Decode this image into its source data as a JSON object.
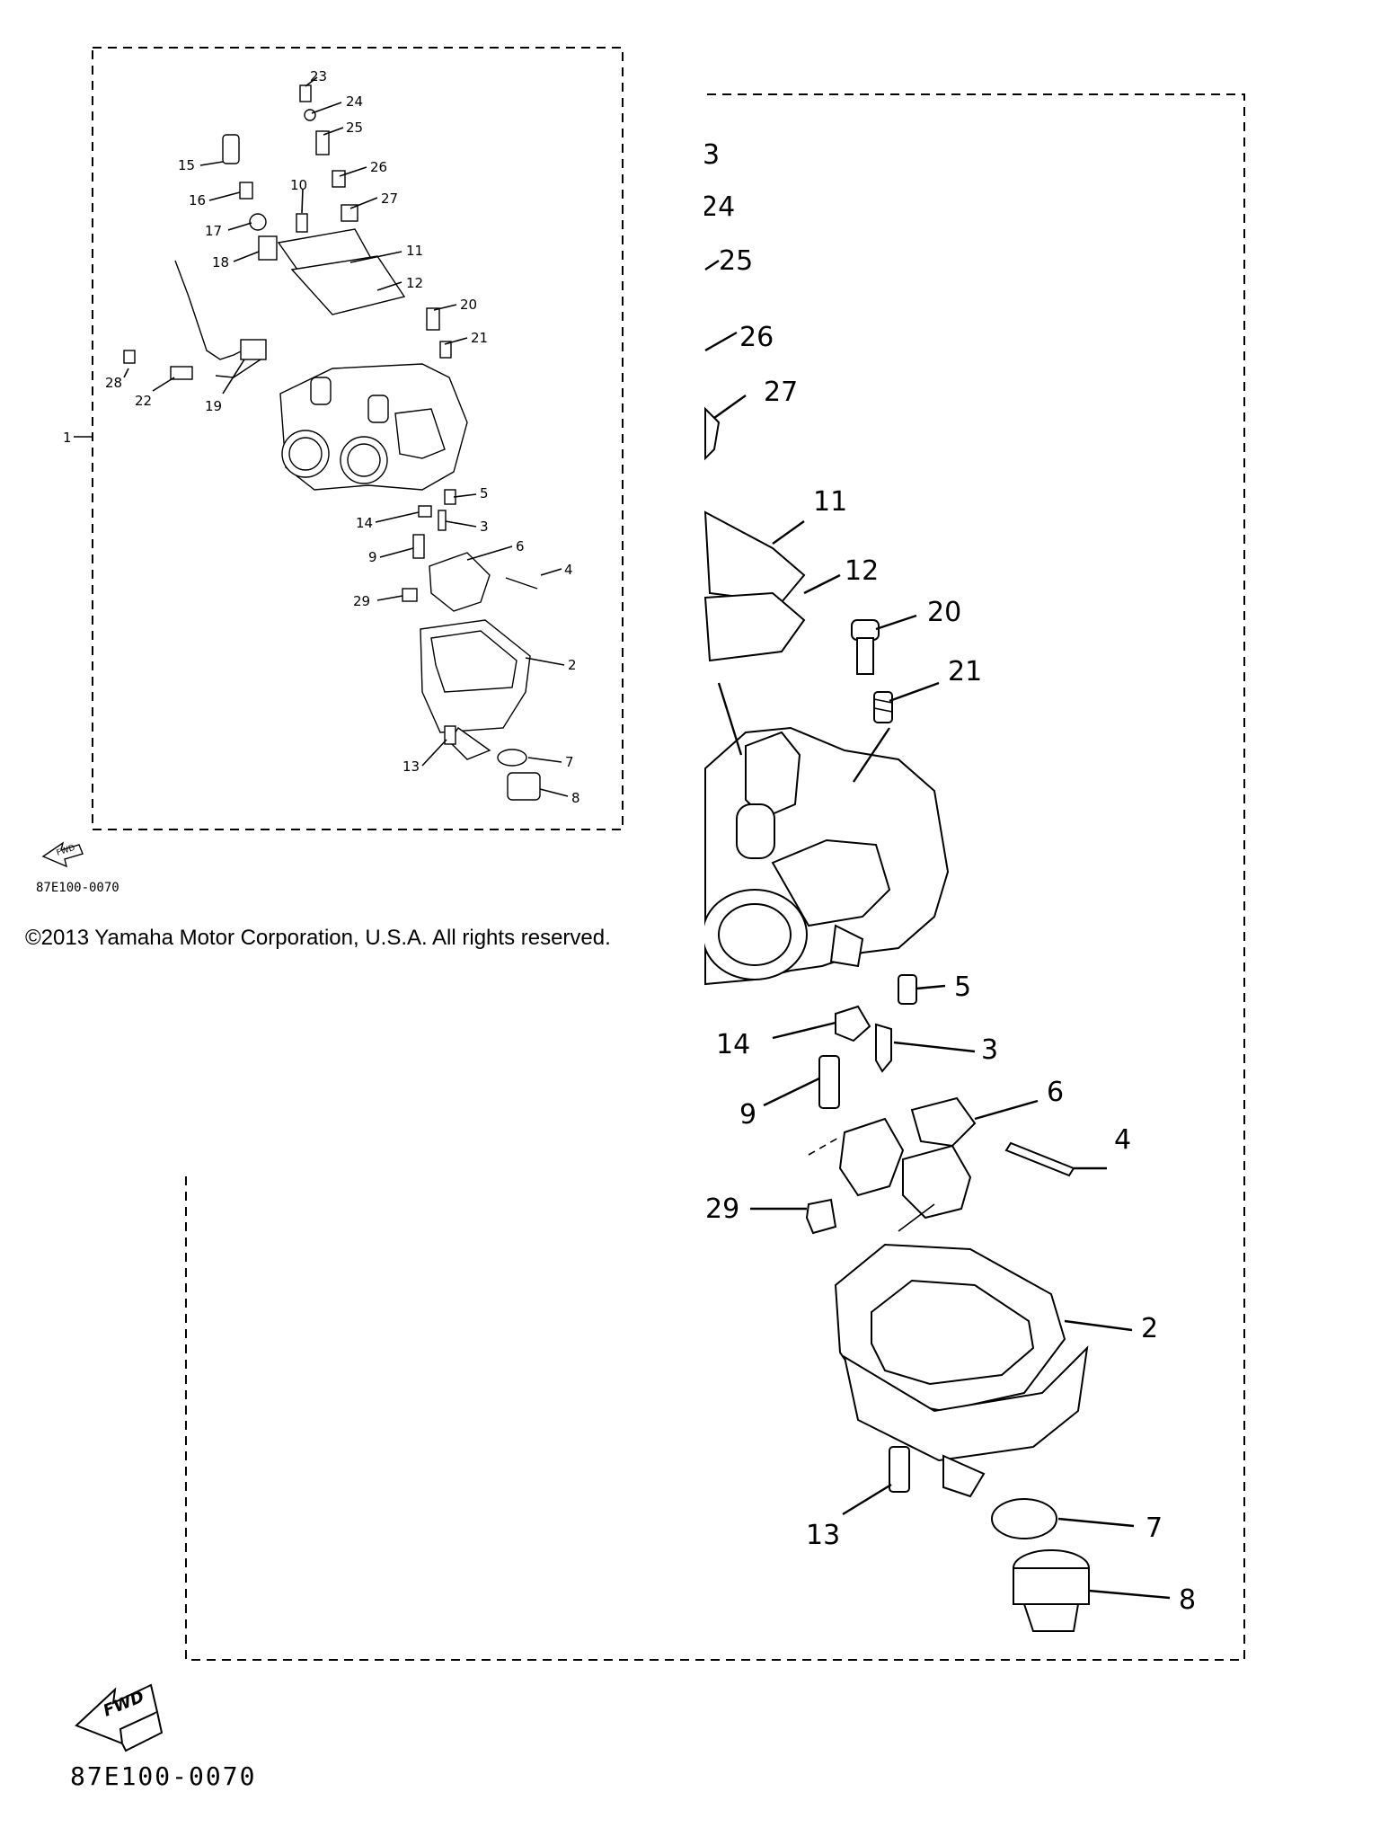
{
  "copyright": "©2013 Yamaha Motor Corporation, U.S.A. All rights reserved.",
  "diagram_code": "87E100-0070",
  "fwd_label": "FWD",
  "assembly_label": "1",
  "small_view": {
    "callouts": [
      "23",
      "24",
      "25",
      "15",
      "26",
      "16",
      "10",
      "27",
      "17",
      "18",
      "11",
      "12",
      "20",
      "21",
      "28",
      "22",
      "19",
      "5",
      "14",
      "3",
      "9",
      "6",
      "4",
      "29",
      "2",
      "13",
      "7",
      "8"
    ]
  },
  "large_view": {
    "callouts": [
      "3",
      "24",
      "25",
      "26",
      "27",
      "11",
      "12",
      "20",
      "21",
      "5",
      "14",
      "3",
      "9",
      "6",
      "4",
      "29",
      "2",
      "13",
      "7",
      "8"
    ]
  }
}
